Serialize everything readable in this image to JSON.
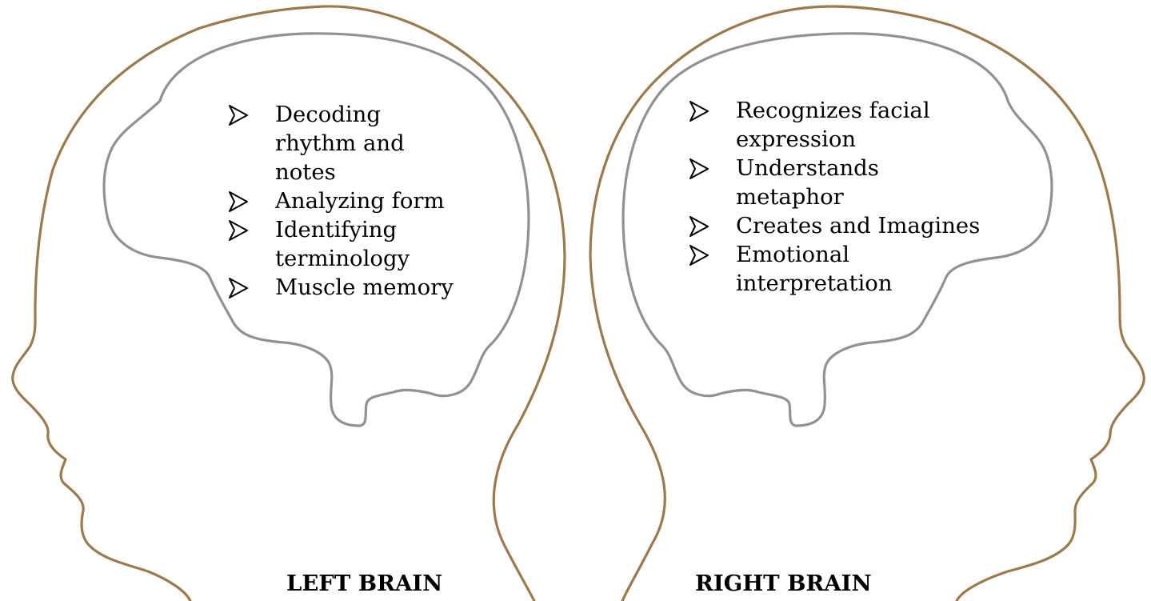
{
  "left_brain": {
    "label": "LEFT BRAIN",
    "items": [
      "Decoding rhythm and notes",
      "Analyzing form",
      "Identifying terminology",
      "Muscle memory"
    ]
  },
  "right_brain": {
    "label": "RIGHT BRAIN",
    "items": [
      "Recognizes facial expression",
      "Understands metaphor",
      "Creates and Imagines",
      "Emotional interpretation"
    ]
  },
  "icons": {
    "bullet": "arrowhead-bullet-icon"
  },
  "colors": {
    "head_outline": "#9b7a4c",
    "brain_outline": "#8f9393",
    "text": "#000000",
    "background": "#ffffff"
  }
}
